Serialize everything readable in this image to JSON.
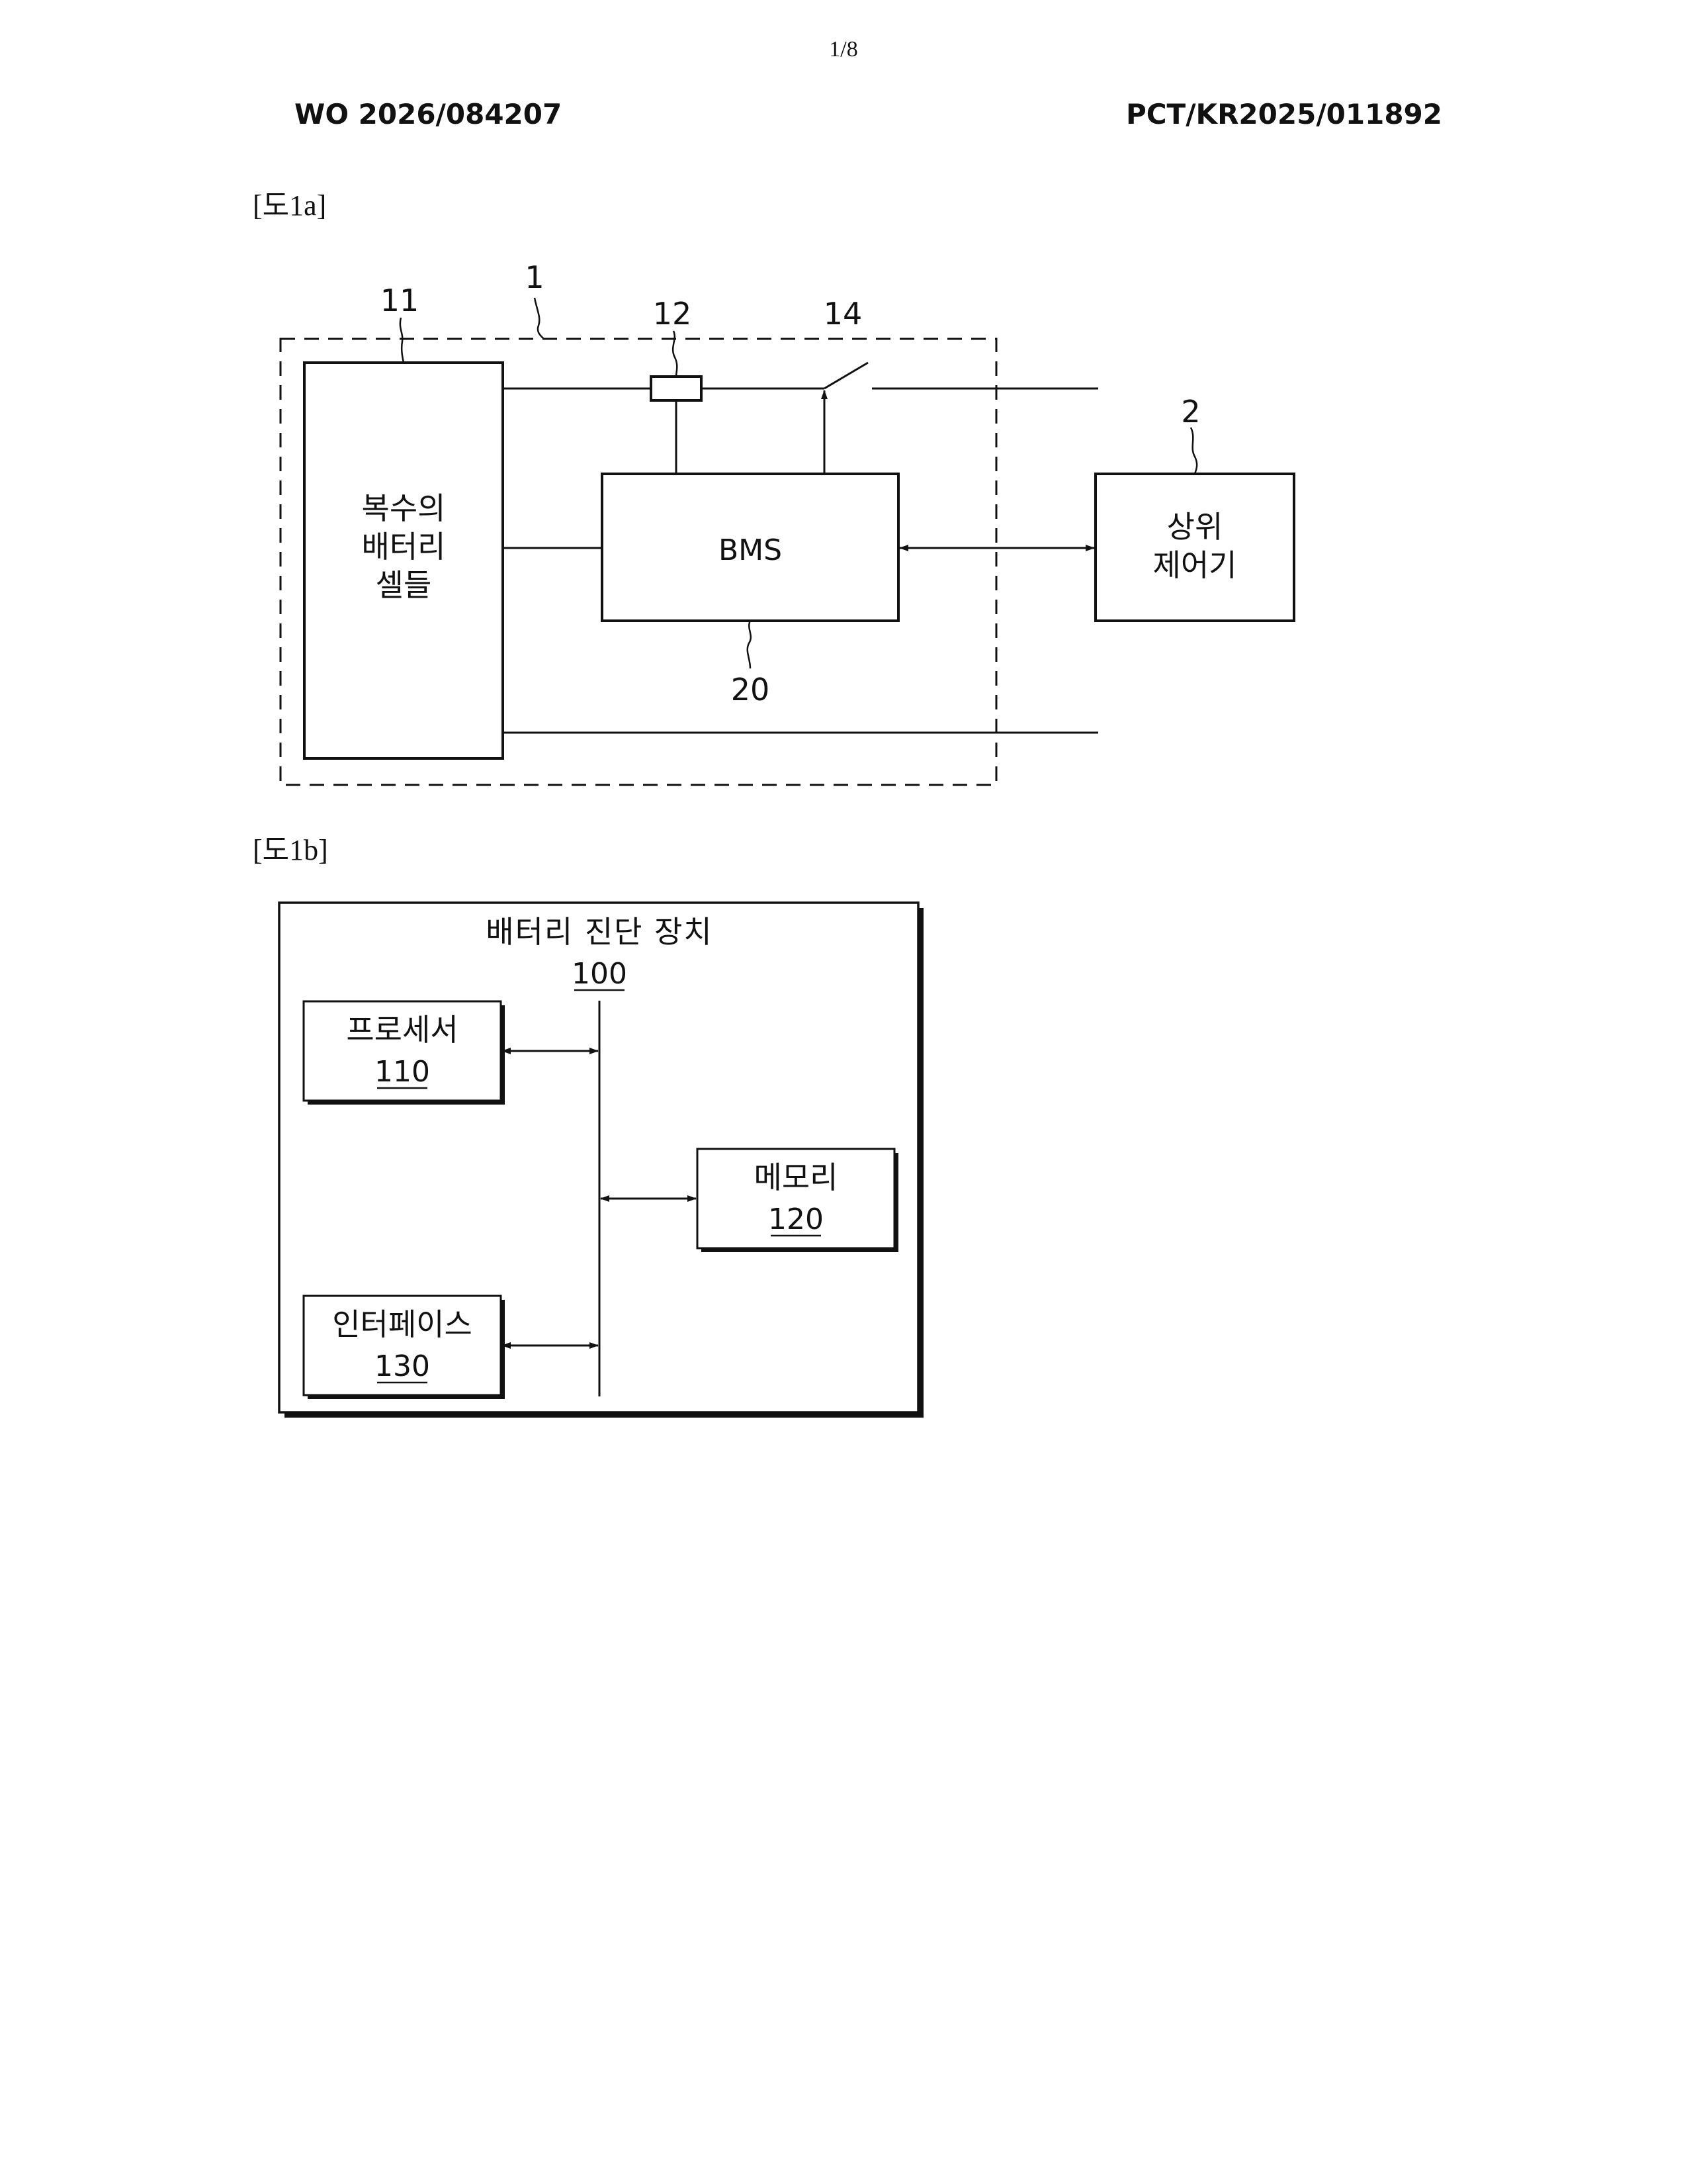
{
  "header": {
    "page_number": "1/8",
    "publication_number": "WO 2026/084207",
    "application_number": "PCT/KR2025/011892"
  },
  "figure_1a": {
    "label": "[도1a]",
    "refs": {
      "system": "1",
      "cells": "11",
      "sensor": "12",
      "switch": "14",
      "bms": "20",
      "controller": "2"
    },
    "cells_block": {
      "line1": "복수의",
      "line2": "배터리",
      "line3": "셀들"
    },
    "bms_block": {
      "label": "BMS"
    },
    "controller_block": {
      "line1": "상위",
      "line2": "제어기"
    }
  },
  "figure_1b": {
    "label": "[도1b]",
    "device": {
      "title": "배터리 진단 장치",
      "ref": "100"
    },
    "processor": {
      "title": "프로세서",
      "ref": "110"
    },
    "memory": {
      "title": "메모리",
      "ref": "120"
    },
    "interface": {
      "title": "인터페이스",
      "ref": "130"
    }
  }
}
